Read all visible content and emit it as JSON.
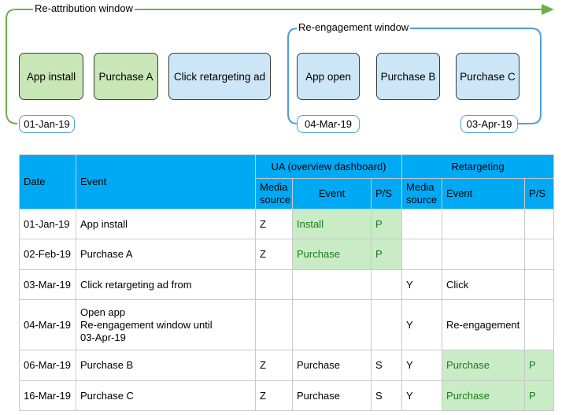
{
  "diagram": {
    "reattribution_label": "Re-attribution window",
    "reengagement_label": "Re-engagement  window",
    "events": [
      {
        "label": "App install",
        "color": "#c9e7b6"
      },
      {
        "label": "Purchase A",
        "color": "#c9e7b6"
      },
      {
        "label": "Click retargeting ad",
        "color": "#cde6f7"
      },
      {
        "label": "App open",
        "color": "#cde6f7"
      },
      {
        "label": "Purchase B",
        "color": "#cde6f7"
      },
      {
        "label": "Purchase C",
        "color": "#cde6f7"
      }
    ],
    "dates": [
      "01-Jan-19",
      "04-Mar-19",
      "03-Apr-19"
    ],
    "colors": {
      "reattribution_line": "#6ab04c",
      "reengagement_line": "#4aa0dc",
      "table_header": "#00a9f4",
      "highlight": "#c9ecc6",
      "highlight_text": "#1a7a1a"
    }
  },
  "table": {
    "headers": {
      "date": "Date",
      "event": "Event",
      "ua_group": "UA (overview dashboard)",
      "retargeting_group": "Retargeting",
      "media_source": "Media\nsource",
      "sub_event": "Event",
      "ps": "P/S"
    },
    "rows": [
      {
        "date": "01-Jan-19",
        "event": "App install",
        "ua_media": "Z",
        "ua_event": "Install",
        "ua_ps": "P",
        "rt_media": "",
        "rt_event": "",
        "rt_ps": ""
      },
      {
        "date": "02-Feb-19",
        "event": "Purchase A",
        "ua_media": "Z",
        "ua_event": "Purchase",
        "ua_ps": "P",
        "rt_media": "",
        "rt_event": "",
        "rt_ps": ""
      },
      {
        "date": "03-Mar-19",
        "event": "Click retargeting ad from",
        "ua_media": "",
        "ua_event": "",
        "ua_ps": "",
        "rt_media": "Y",
        "rt_event": "Click",
        "rt_ps": ""
      },
      {
        "date": "04-Mar-19",
        "event": "Open app\nRe-engagement window until\n03-Apr-19",
        "ua_media": "",
        "ua_event": "",
        "ua_ps": "",
        "rt_media": "Y",
        "rt_event": "Re-engagement",
        "rt_ps": ""
      },
      {
        "date": "06-Mar-19",
        "event": "Purchase B",
        "ua_media": "Z",
        "ua_event": "Purchase",
        "ua_ps": "S",
        "rt_media": "Y",
        "rt_event": "Purchase",
        "rt_ps": "P"
      },
      {
        "date": "16-Mar-19",
        "event": "Purchase C",
        "ua_media": "Z",
        "ua_event": "Purchase",
        "ua_ps": "S",
        "rt_media": "Y",
        "rt_event": "Purchase",
        "rt_ps": "P"
      }
    ]
  }
}
